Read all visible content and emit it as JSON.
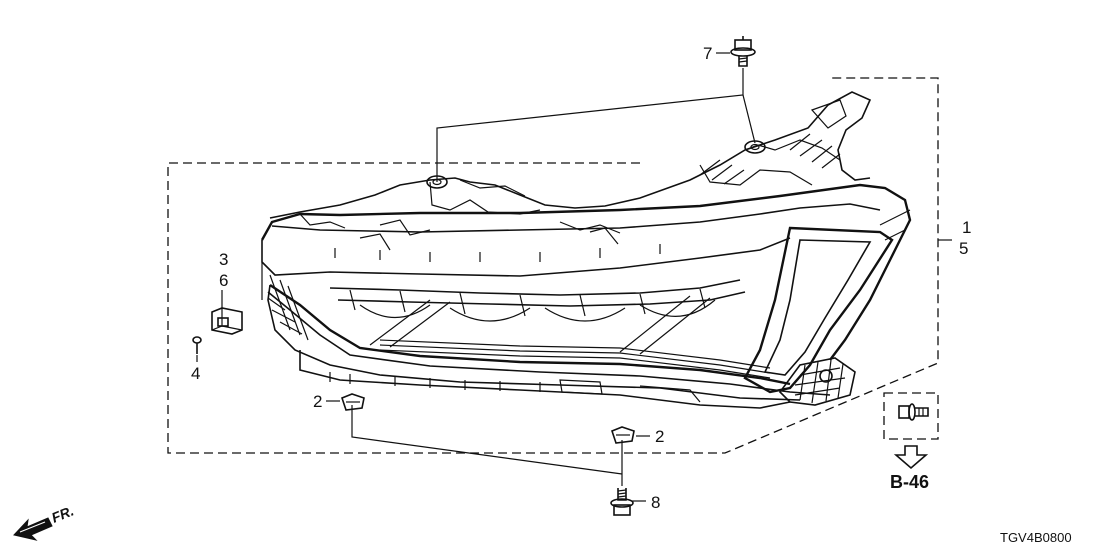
{
  "callouts": {
    "part_1": "1",
    "part_5": "5",
    "part_3": "3",
    "part_6": "6",
    "part_4": "4",
    "part_2_left": "2",
    "part_2_right": "2",
    "part_7": "7",
    "part_8": "8"
  },
  "reference_label": "B-46",
  "diagram_code": "TGV4B0800",
  "direction_label": "FR.",
  "icons": {
    "front_arrow": "front-direction-arrow-icon",
    "reference_arrow": "down-arrow-icon",
    "bolt": "bolt-icon",
    "clip": "clip-nut-icon",
    "bracket": "bracket-icon"
  }
}
